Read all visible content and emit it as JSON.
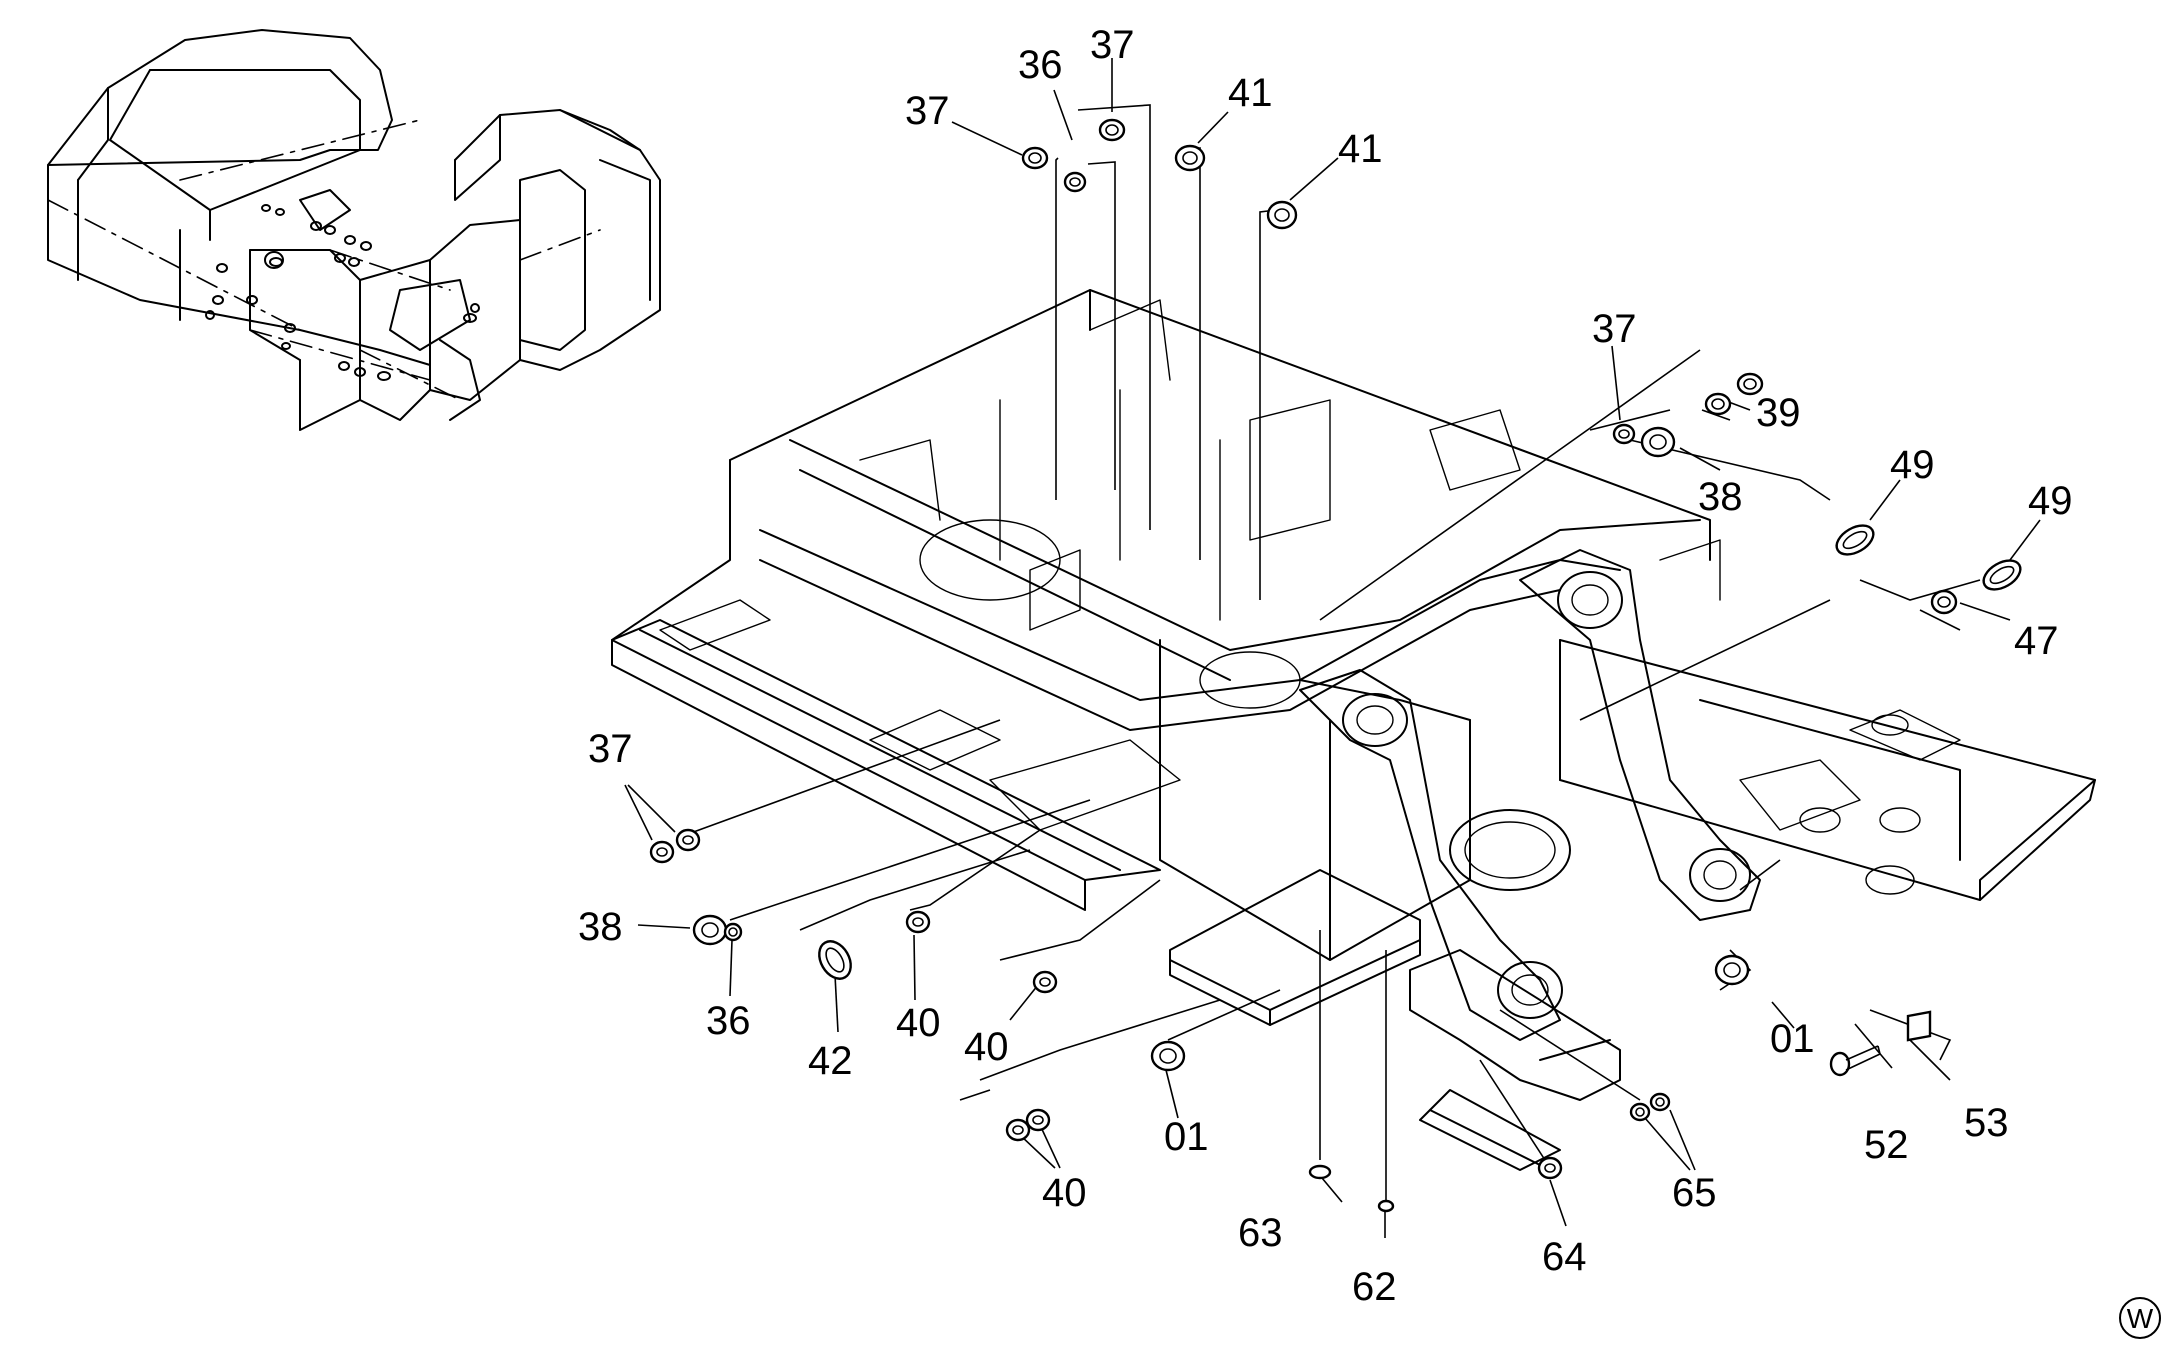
{
  "labels": {
    "l37_a": "37",
    "l36_a": "36",
    "l37_b": "37",
    "l41_a": "41",
    "l41_b": "41",
    "l37_c": "37",
    "l39": "39",
    "l38_a": "38",
    "l49_a": "49",
    "l49_b": "49",
    "l47": "47",
    "l37_d": "37",
    "l38_b": "38",
    "l36_b": "36",
    "l42": "42",
    "l40_a": "40",
    "l40_b": "40",
    "l01_a": "01",
    "l40_c": "40",
    "l01_b": "01",
    "l63": "63",
    "l62": "62",
    "l64": "64",
    "l65": "65",
    "l52": "52",
    "l53": "53"
  },
  "corner_marker": "W"
}
